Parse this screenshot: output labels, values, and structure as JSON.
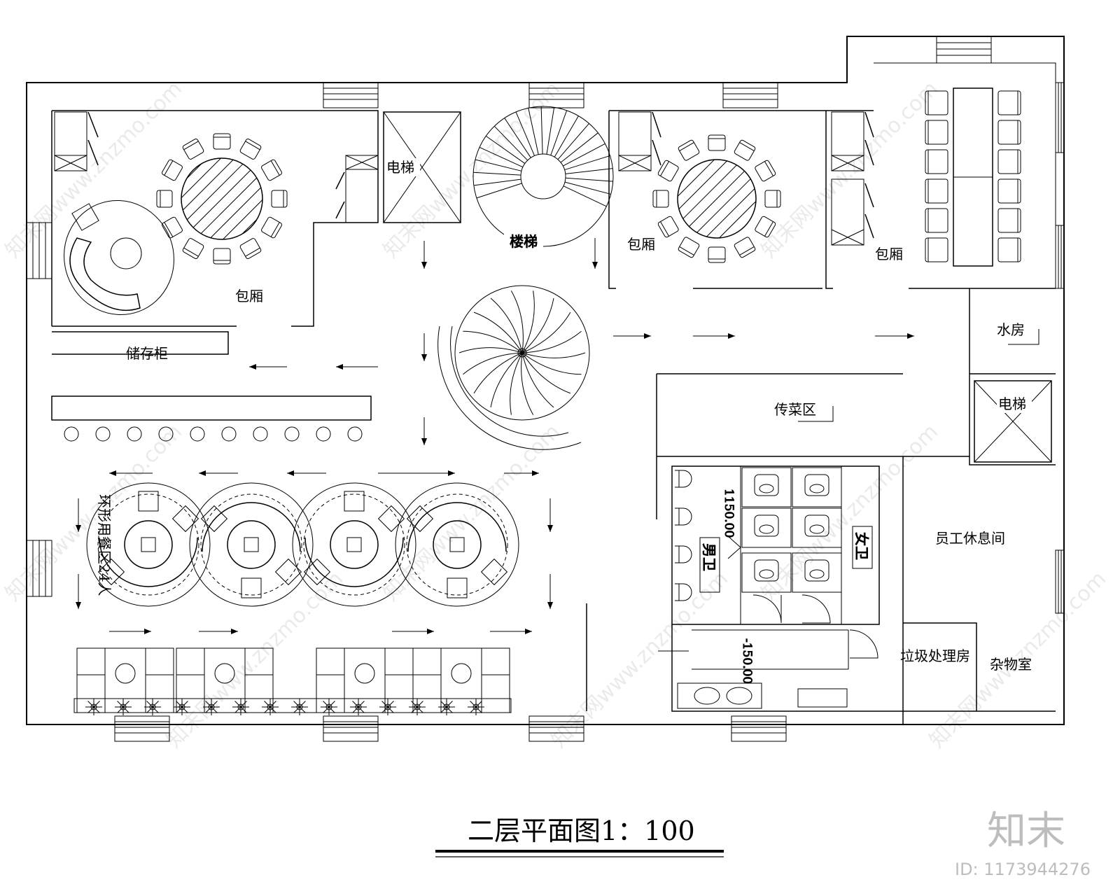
{
  "rooms": {
    "private_room_a": "包厢",
    "private_room_b": "包厢",
    "private_room_c": "包厢",
    "elevator_main": "电梯",
    "elevator_service": "电梯",
    "stairs": "楼梯",
    "storage_cabinet": "储存柜",
    "water_room": "水房",
    "serving_area": "传菜区",
    "dining_area": "环形用餐区24人",
    "mens_toilet": "男卫",
    "womens_toilet": "女卫",
    "staff_lounge": "员工休息间",
    "garbage_room": "垃圾处理房",
    "storage_room": "杂物室"
  },
  "dimensions": {
    "toilet_level": "1150.00",
    "wash_level": "-150.00"
  },
  "title": "二层平面图1：100",
  "watermark": {
    "brand": "知末",
    "id": "ID: 1173944276",
    "tile_text": "知末网www.znzmo.com"
  },
  "counts": {
    "round_table_a_chairs": 12,
    "round_table_b_chairs": 12,
    "long_table_chairs": 12,
    "bar_stools": 10,
    "potted_plants": 14,
    "booths": 4,
    "ring_tables": 4
  }
}
